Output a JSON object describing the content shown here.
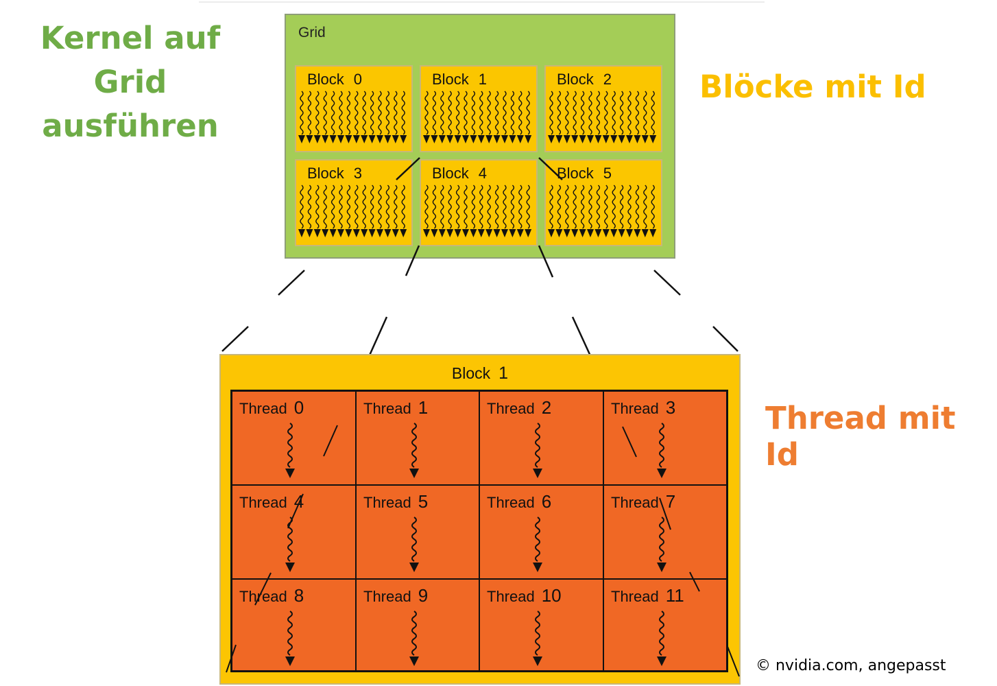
{
  "titles": {
    "kernel_line1": "Kernel auf Grid",
    "kernel_line2": "ausführen",
    "blocks": "Blöcke mit Id",
    "threads": "Thread mit Id"
  },
  "credit": "© nvidia.com, angepasst",
  "grid": {
    "label": "Grid",
    "blocks": [
      {
        "label": "Block",
        "id": "0"
      },
      {
        "label": "Block",
        "id": "1"
      },
      {
        "label": "Block",
        "id": "2"
      },
      {
        "label": "Block",
        "id": "3"
      },
      {
        "label": "Block",
        "id": "4"
      },
      {
        "label": "Block",
        "id": "5"
      }
    ]
  },
  "block_detail": {
    "label": "Block",
    "id": "1",
    "threads": [
      {
        "label": "Thread",
        "id": "0"
      },
      {
        "label": "Thread",
        "id": "1"
      },
      {
        "label": "Thread",
        "id": "2"
      },
      {
        "label": "Thread",
        "id": "3"
      },
      {
        "label": "Thread",
        "id": "4"
      },
      {
        "label": "Thread",
        "id": "5"
      },
      {
        "label": "Thread",
        "id": "6"
      },
      {
        "label": "Thread",
        "id": "7"
      },
      {
        "label": "Thread",
        "id": "8"
      },
      {
        "label": "Thread",
        "id": "9"
      },
      {
        "label": "Thread",
        "id": "10"
      },
      {
        "label": "Thread",
        "id": "11"
      }
    ]
  },
  "colors": {
    "kernel_title": "#6fac47",
    "blocks_title": "#fbbf00",
    "threads_title": "#ee7d31",
    "grid_bg": "#a4cd57",
    "block_bg": "#fbc600",
    "thread_bg": "#f06825"
  }
}
